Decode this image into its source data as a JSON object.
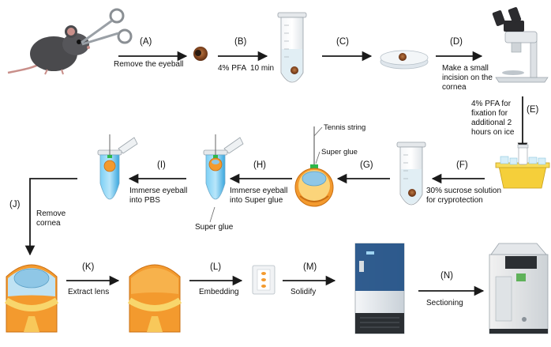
{
  "steps": {
    "a": {
      "letter": "(A)",
      "caption": "Remove the eyeball"
    },
    "b": {
      "letter": "(B)",
      "caption_left": "4% PFA",
      "caption_right": "10 min"
    },
    "c": {
      "letter": "(C)"
    },
    "d": {
      "letter": "(D)",
      "caption_lines": [
        "Make a small",
        "incision on the",
        "cornea"
      ]
    },
    "e": {
      "letter": "(E)",
      "caption_lines": [
        "4% PFA for",
        "fixation for",
        "additional 2",
        "hours on ice"
      ]
    },
    "f": {
      "letter": "(F)",
      "caption_lines": [
        "30% sucrose solution",
        "for cryprotection"
      ]
    },
    "g": {
      "letter": "(G)"
    },
    "h": {
      "letter": "(H)",
      "caption_lines": [
        "Immerse eyeball",
        "into Super glue"
      ]
    },
    "i": {
      "letter": "(I)",
      "caption_lines": [
        "Immerse eyeball",
        "into PBS"
      ]
    },
    "j": {
      "letter": "(J)",
      "caption_lines": [
        "Remove",
        "cornea"
      ]
    },
    "k": {
      "letter": "(K)",
      "caption": "Extract lens"
    },
    "l": {
      "letter": "(L)",
      "caption": "Embedding"
    },
    "m": {
      "letter": "(M)",
      "caption": "Solidify"
    },
    "n": {
      "letter": "(N)",
      "caption": "Sectioning"
    }
  },
  "labels": {
    "tennis_string": "Tennis string",
    "super_glue_top": "Super glue",
    "super_glue_tube": "Super glue"
  },
  "colors": {
    "arrow": "#1a1a1a",
    "tube_liquid": "#cfe6f2",
    "blue_liquid": "#3fb3e8",
    "glue_green": "#2db84a",
    "eye_orange": "#f39a2e",
    "eye_blue": "#8fc7e6",
    "freezer_blue": "#1f4f86",
    "ice_yellow": "#f5cf3a"
  }
}
